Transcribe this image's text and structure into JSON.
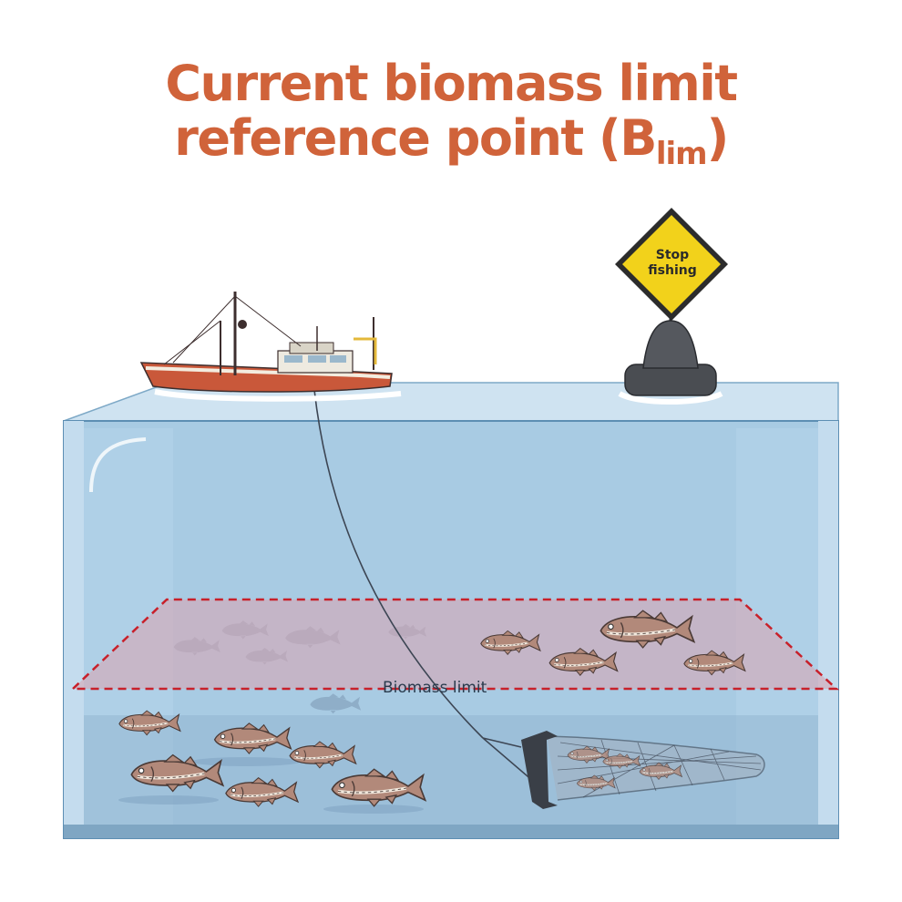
{
  "title": {
    "line1": "Current biomass limit",
    "line2_prefix": "reference point (B",
    "line2_sub": "lim",
    "line2_suffix": ")"
  },
  "sign": {
    "line1": "Stop",
    "line2": "fishing"
  },
  "limit_label": "Biomass limit",
  "colors": {
    "title": "#d0633a",
    "limit_line": "#c8202a",
    "water": "#a9cde5",
    "sign_yellow": "#f2d21b",
    "boat_hull": "#c9583a"
  },
  "icons": [
    "fishing-boat-icon",
    "buoy-icon",
    "stop-fishing-sign-icon",
    "fish-icon",
    "fishing-net-icon"
  ]
}
